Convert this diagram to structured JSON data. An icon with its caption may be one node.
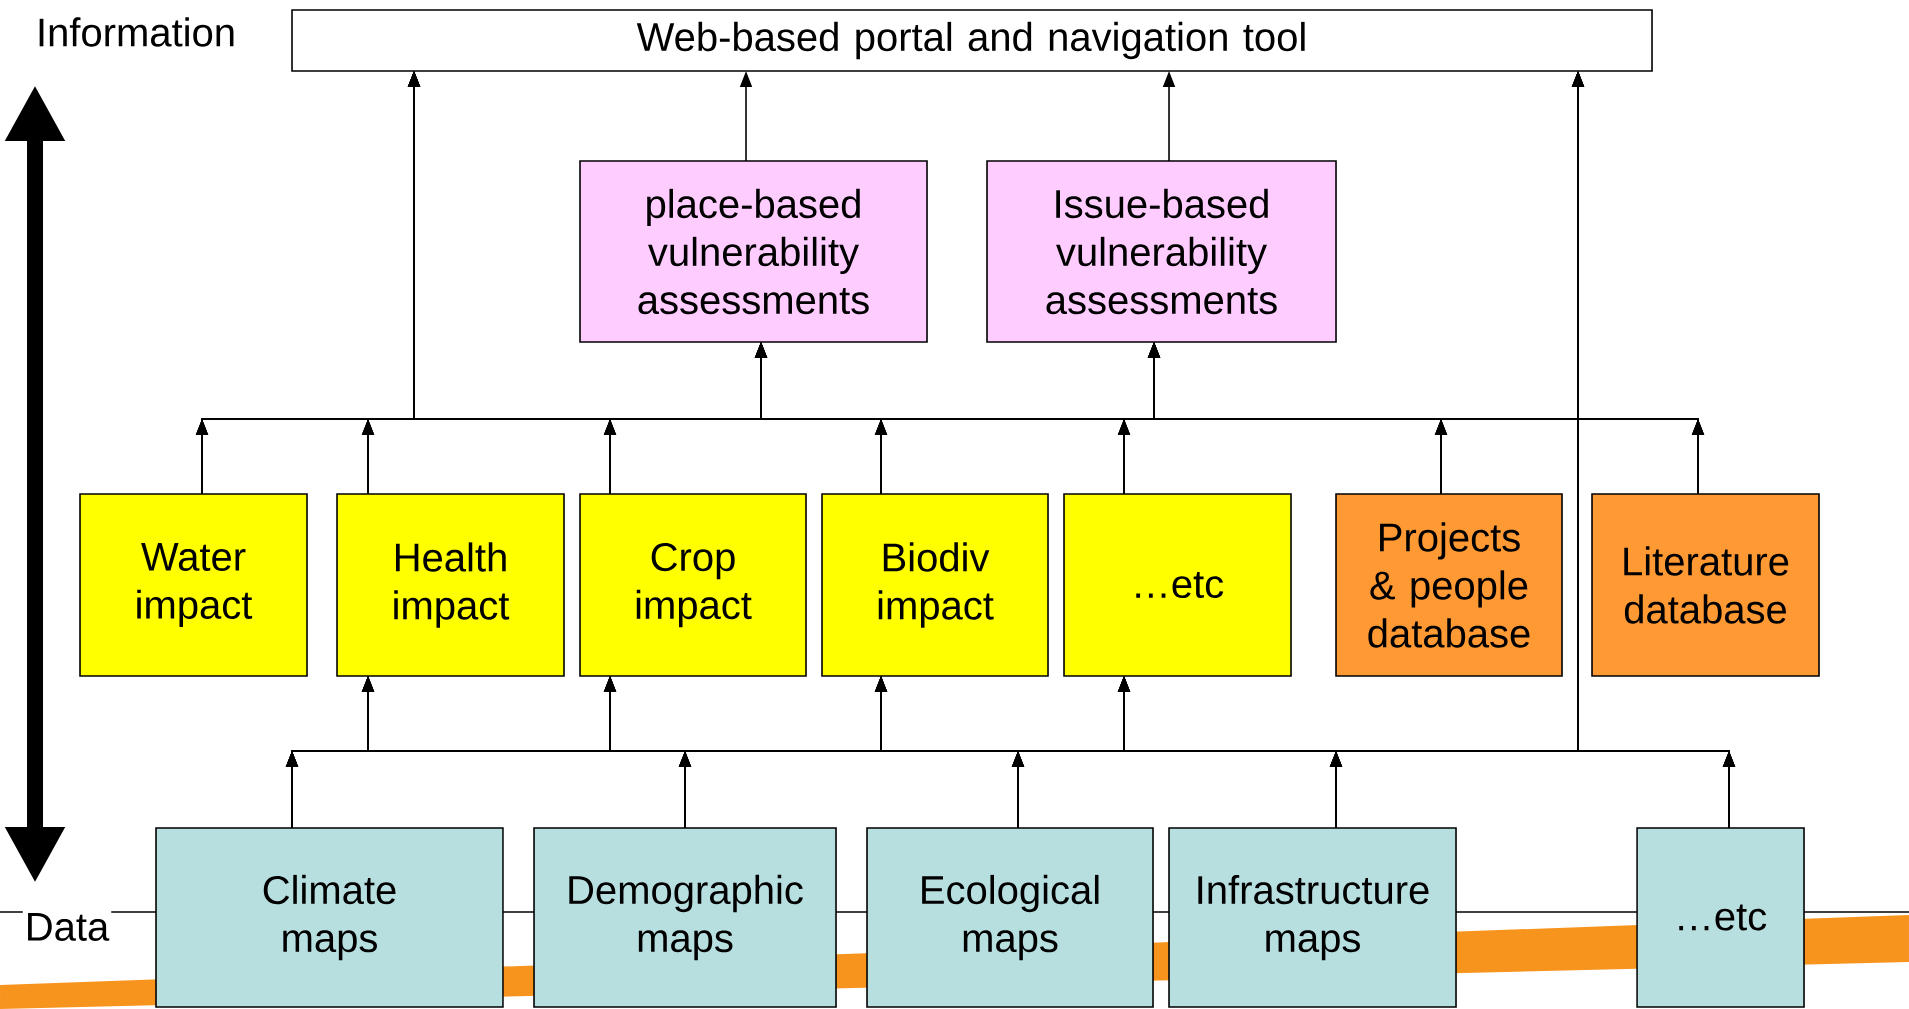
{
  "diagram": {
    "nodes": [
      {
        "text": [
          "Web-based portal and navigation tool"
        ]
      },
      {
        "text": [
          "place-based vulnerability assessments"
        ]
      },
      {
        "text": [
          "Issue-based vulnerability assessments"
        ]
      },
      {
        "text": [
          "Water impact"
        ]
      },
      {
        "text": [
          "Health impact"
        ]
      },
      {
        "text": [
          "Crop impact"
        ]
      },
      {
        "text": [
          "Biodiv impact"
        ]
      },
      {
        "text": [
          "…etc"
        ]
      },
      {
        "text": [
          "Projects & people database"
        ]
      },
      {
        "text": [
          "Literature database"
        ]
      },
      {
        "text": [
          "Climate maps"
        ]
      },
      {
        "text": [
          "Demographic maps"
        ]
      },
      {
        "text": [
          "Ecological maps"
        ]
      },
      {
        "text": [
          "Infrastructure maps"
        ]
      },
      {
        "text": [
          "…etc"
        ]
      }
    ],
    "edges": [
      {
        "from": 1,
        "to": 0,
        "arrow": "to"
      },
      {
        "from": 2,
        "to": 0,
        "arrow": "to"
      },
      {
        "from": 3,
        "to": 0,
        "arrow": "to"
      },
      {
        "from": 3,
        "to": 1,
        "arrow": "to"
      },
      {
        "from": 3,
        "to": 2,
        "arrow": "to"
      },
      {
        "from": 4,
        "to": 0,
        "arrow": "to"
      },
      {
        "from": 4,
        "to": 1,
        "arrow": "to"
      },
      {
        "from": 4,
        "to": 2,
        "arrow": "to"
      },
      {
        "from": 5,
        "to": 0,
        "arrow": "to"
      },
      {
        "from": 5,
        "to": 1,
        "arrow": "to"
      },
      {
        "from": 5,
        "to": 2,
        "arrow": "to"
      },
      {
        "from": 6,
        "to": 0,
        "arrow": "to"
      },
      {
        "from": 6,
        "to": 1,
        "arrow": "to"
      },
      {
        "from": 6,
        "to": 2,
        "arrow": "to"
      },
      {
        "from": 7,
        "to": 0,
        "arrow": "to"
      },
      {
        "from": 7,
        "to": 1,
        "arrow": "to"
      },
      {
        "from": 7,
        "to": 2,
        "arrow": "to"
      },
      {
        "from": 8,
        "to": 0,
        "arrow": "to"
      },
      {
        "from": 8,
        "to": 1,
        "arrow": "to"
      },
      {
        "from": 8,
        "to": 2,
        "arrow": "to"
      },
      {
        "from": 9,
        "to": 0,
        "arrow": "to"
      },
      {
        "from": 9,
        "to": 1,
        "arrow": "to"
      },
      {
        "from": 9,
        "to": 2,
        "arrow": "to"
      },
      {
        "from": 10,
        "to": 4,
        "arrow": "to"
      },
      {
        "from": 10,
        "to": 5,
        "arrow": "to"
      },
      {
        "from": 10,
        "to": 6,
        "arrow": "to"
      },
      {
        "from": 10,
        "to": 7,
        "arrow": "to"
      },
      {
        "from": 10,
        "to": 0,
        "arrow": "to"
      },
      {
        "from": 11,
        "to": 4,
        "arrow": "to"
      },
      {
        "from": 11,
        "to": 5,
        "arrow": "to"
      },
      {
        "from": 11,
        "to": 6,
        "arrow": "to"
      },
      {
        "from": 11,
        "to": 7,
        "arrow": "to"
      },
      {
        "from": 11,
        "to": 0,
        "arrow": "to"
      },
      {
        "from": 12,
        "to": 4,
        "arrow": "to"
      },
      {
        "from": 12,
        "to": 5,
        "arrow": "to"
      },
      {
        "from": 12,
        "to": 6,
        "arrow": "to"
      },
      {
        "from": 12,
        "to": 7,
        "arrow": "to"
      },
      {
        "from": 12,
        "to": 0,
        "arrow": "to"
      },
      {
        "from": 13,
        "to": 4,
        "arrow": "to"
      },
      {
        "from": 13,
        "to": 5,
        "arrow": "to"
      },
      {
        "from": 13,
        "to": 6,
        "arrow": "to"
      },
      {
        "from": 13,
        "to": 7,
        "arrow": "to"
      },
      {
        "from": 13,
        "to": 0,
        "arrow": "to"
      },
      {
        "from": 14,
        "to": 4,
        "arrow": "to"
      },
      {
        "from": 14,
        "to": 5,
        "arrow": "to"
      },
      {
        "from": 14,
        "to": 6,
        "arrow": "to"
      },
      {
        "from": 14,
        "to": 7,
        "arrow": "to"
      },
      {
        "from": 14,
        "to": 0,
        "arrow": "to"
      }
    ],
    "labels": [
      "Information",
      "Data"
    ]
  }
}
